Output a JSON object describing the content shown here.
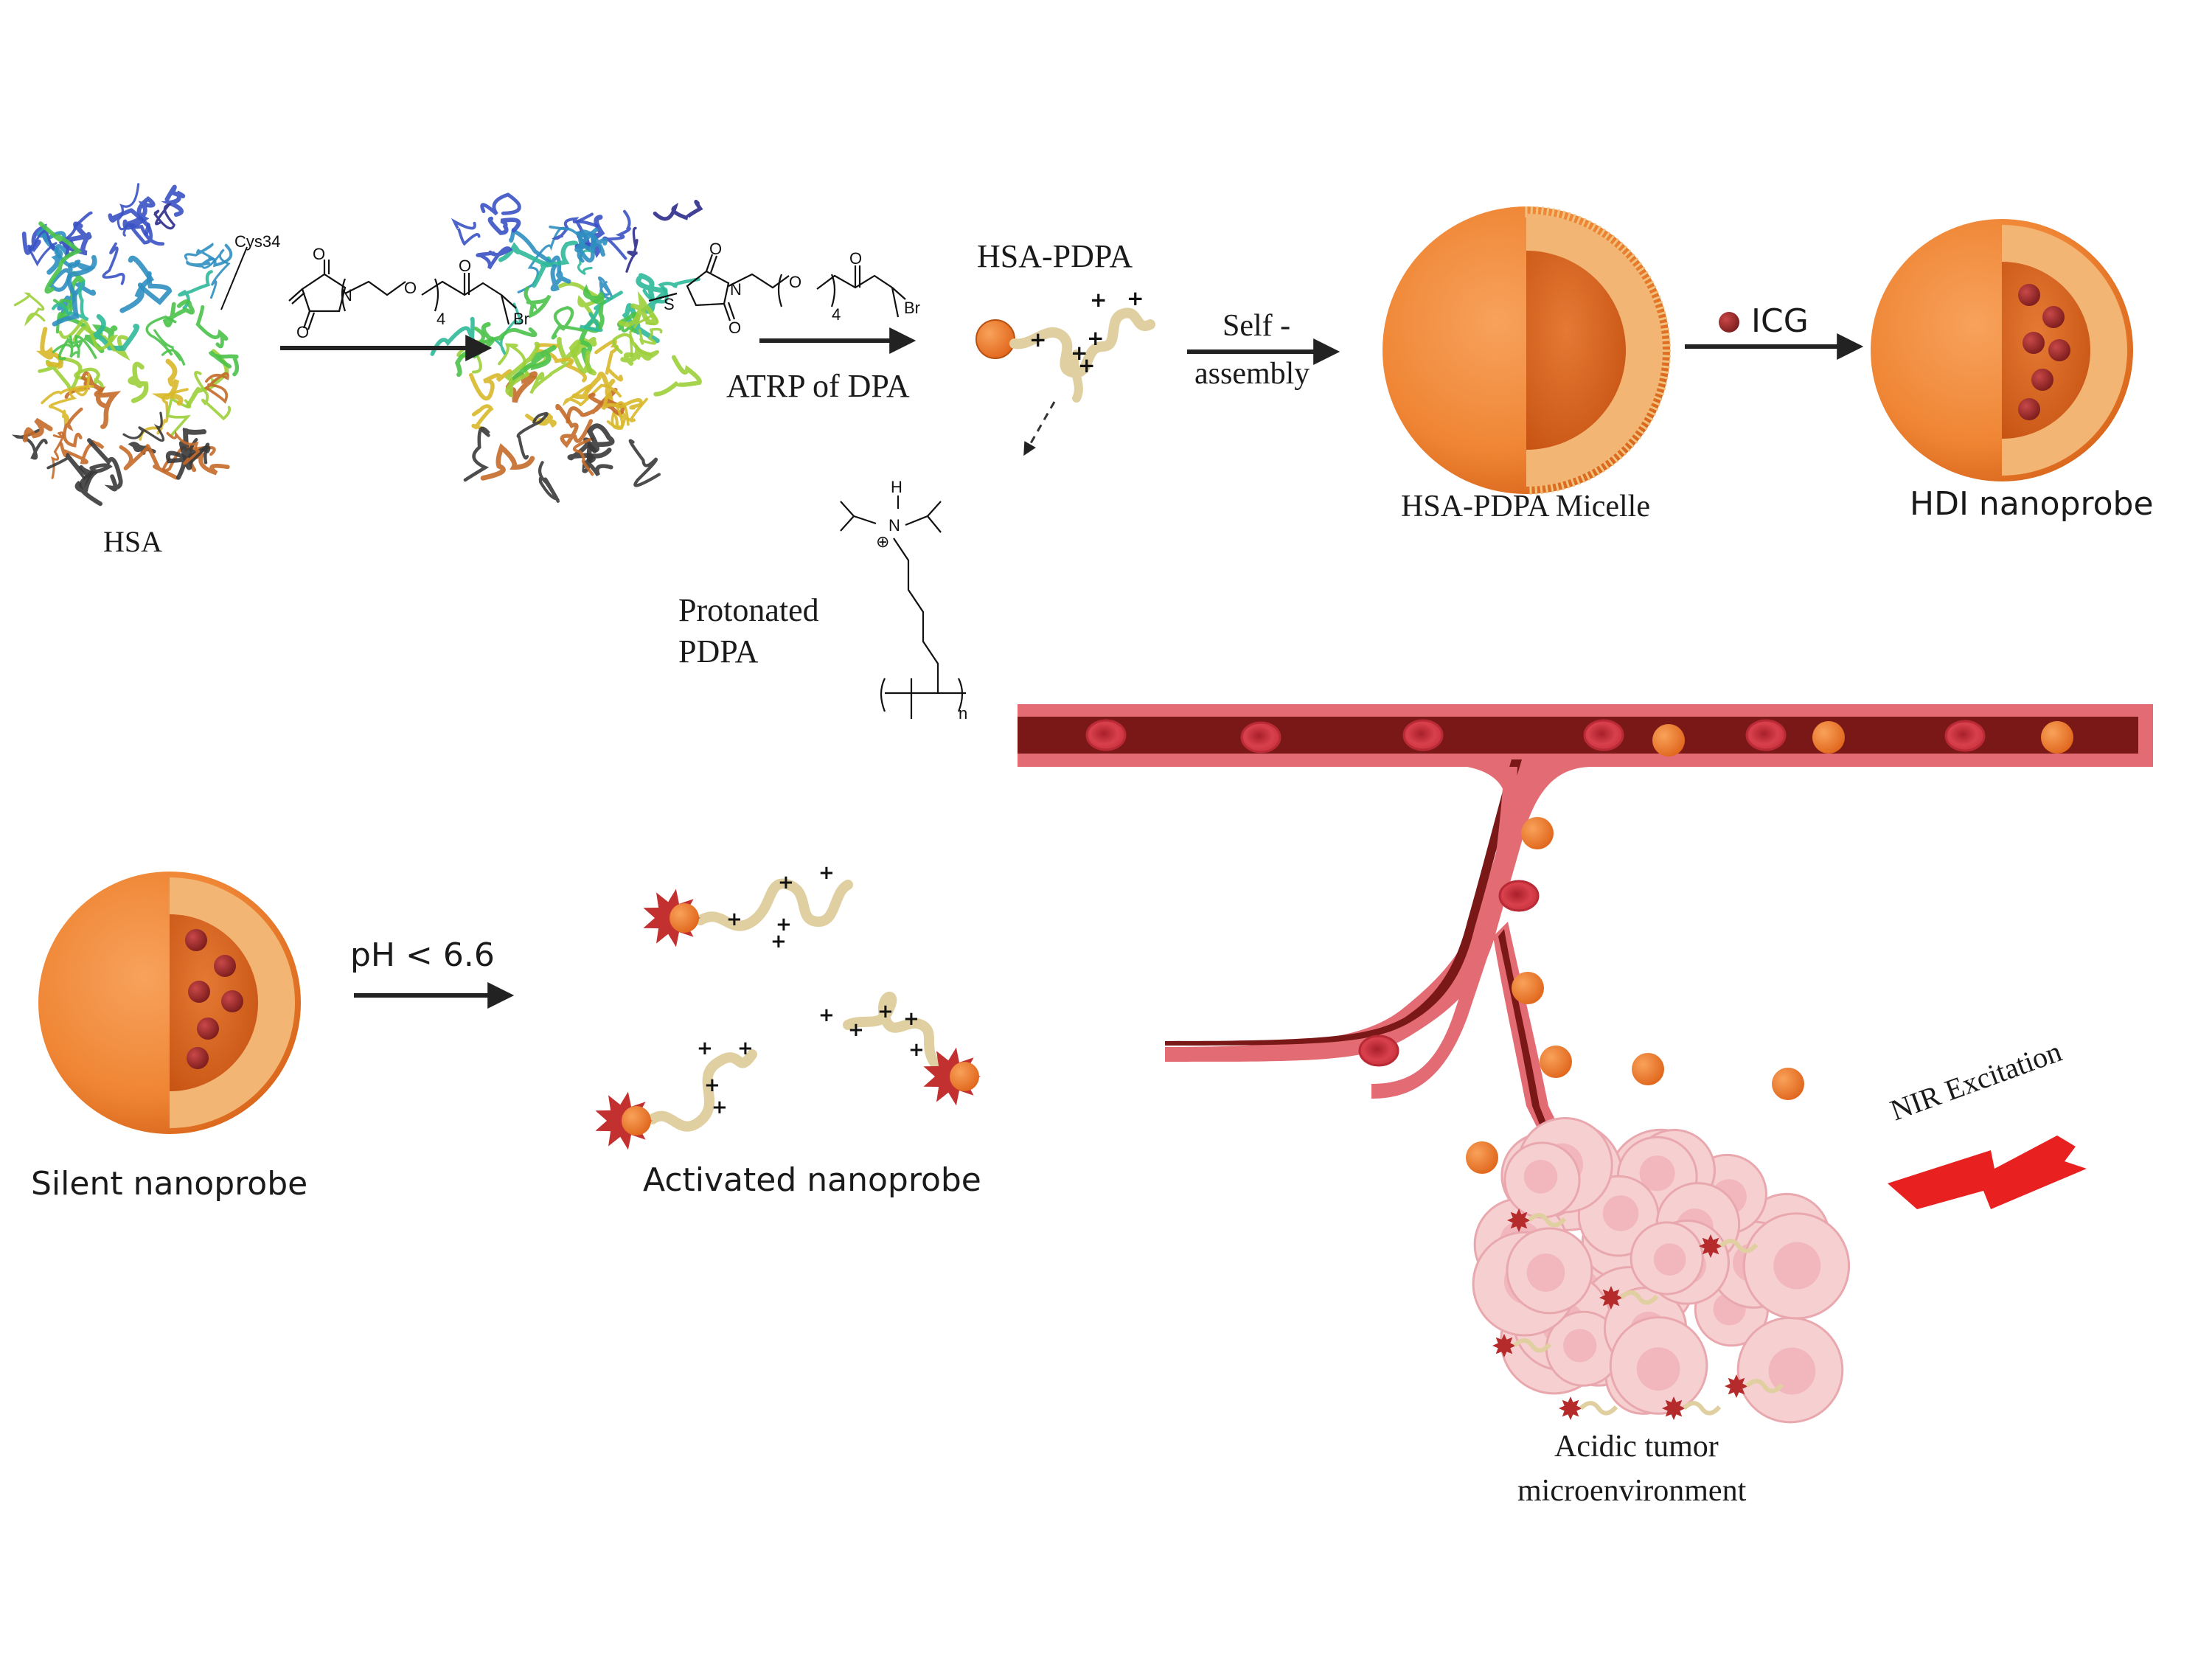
{
  "labels": {
    "hsa": "HSA",
    "cys34": "Cys34",
    "linker_sub4": "4",
    "linker_o": "O",
    "linker_n": "N",
    "linker_br": "Br",
    "linker_s": "S",
    "atrp": "ATRP of DPA",
    "hsa_pdpa": "HSA-PDPA",
    "self_assembly_1": "Self -",
    "self_assembly_2": "assembly",
    "micelle": "HSA-PDPA Micelle",
    "icg": "ICG",
    "hdi": "HDI nanoprobe",
    "protonated_1": "Protonated",
    "protonated_2": "PDPA",
    "pdpa_h": "H",
    "pdpa_n": "N",
    "pdpa_plus": "⊕",
    "pdpa_sub_n": "n",
    "ph": "pH < 6.6",
    "silent": "Silent nanoprobe",
    "activated": "Activated nanoprobe",
    "nir": "NIR Excitation",
    "tumor_1": "Acidic tumor",
    "tumor_2": "microenvironment"
  },
  "colors": {
    "micelle_orange": "#f08a3c",
    "micelle_core": "#d9651f",
    "shell_tan": "#f5c98c",
    "icg_red": "#9b2a2a",
    "vessel_wall": "#e8707a",
    "vessel_lumen": "#7a1818",
    "polymer_chain": "#e0cfa0",
    "nir_red": "#e82020",
    "tumor_pink": "#f5c6c8"
  },
  "icons": [
    "protein-ribbon",
    "micelle-sphere",
    "icg-dot",
    "polymer-chain",
    "activated-probe",
    "blood-vessel",
    "tumor-cluster",
    "lightning-bolt"
  ]
}
